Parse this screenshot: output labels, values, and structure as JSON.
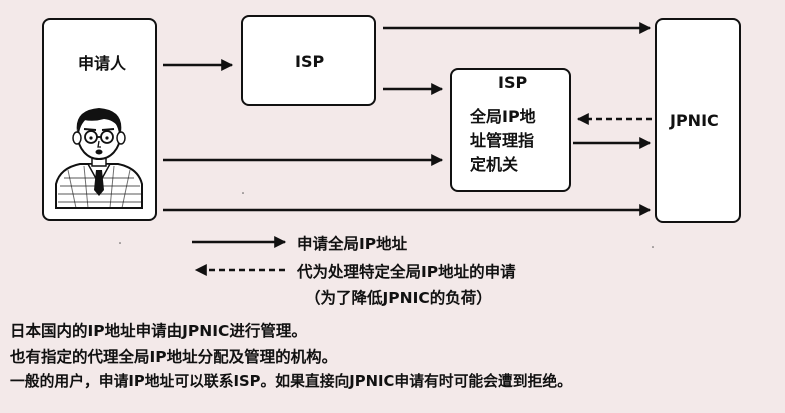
{
  "applicant": {
    "label": "申请人",
    "icon": "businessman-icon"
  },
  "isp_box": {
    "label": "ISP"
  },
  "designated_box": {
    "title": "ISP",
    "lines": [
      "全局IP地",
      "址管理指",
      "定机关"
    ]
  },
  "jpnic_box": {
    "label": "JPNIC"
  },
  "legend": {
    "solid_label": "申请全局IP地址",
    "dashed_label": "代为处理特定全局IP地址的申请",
    "dashed_note": "（为了降低JPNIC的负荷）"
  },
  "caption": {
    "lines": [
      "日本国内的IP地址申请由JPNIC进行管理。",
      "也有指定的代理全局IP地址分配及管理的机构。",
      "一般的用户，申请IP地址可以联系ISP。如果直接向JPNIC申请有时可能会遭到拒绝。"
    ]
  },
  "colors": {
    "background": "#f3e9e9",
    "stroke": "#111111",
    "box_fill": "#ffffff"
  }
}
